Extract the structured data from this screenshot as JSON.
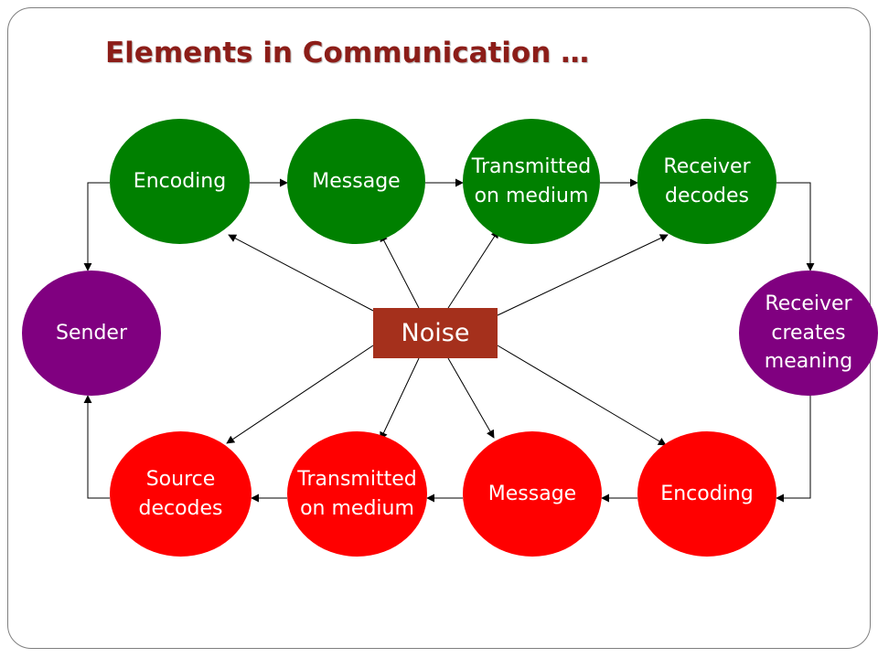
{
  "title": "Elements in Communication …",
  "colors": {
    "sender_purple": "#800080",
    "encode_green": "#008000",
    "decode_red": "#ff0000",
    "noise_box": "#a5301c",
    "title_text": "#8c1d18",
    "arrow": "#000000"
  },
  "nodes": {
    "top_encoding": "Encoding",
    "top_message": "Message",
    "top_transmitted": "Transmitted\non medium",
    "top_receiver_decodes": "Receiver\ndecodes",
    "sender": "Sender",
    "receiver_creates_meaning": "Receiver\ncreates\nmeaning",
    "bottom_source_decodes": "Source\ndecodes",
    "bottom_transmitted": "Transmitted\non medium",
    "bottom_message": "Message",
    "bottom_encoding": "Encoding"
  },
  "noise": "Noise"
}
